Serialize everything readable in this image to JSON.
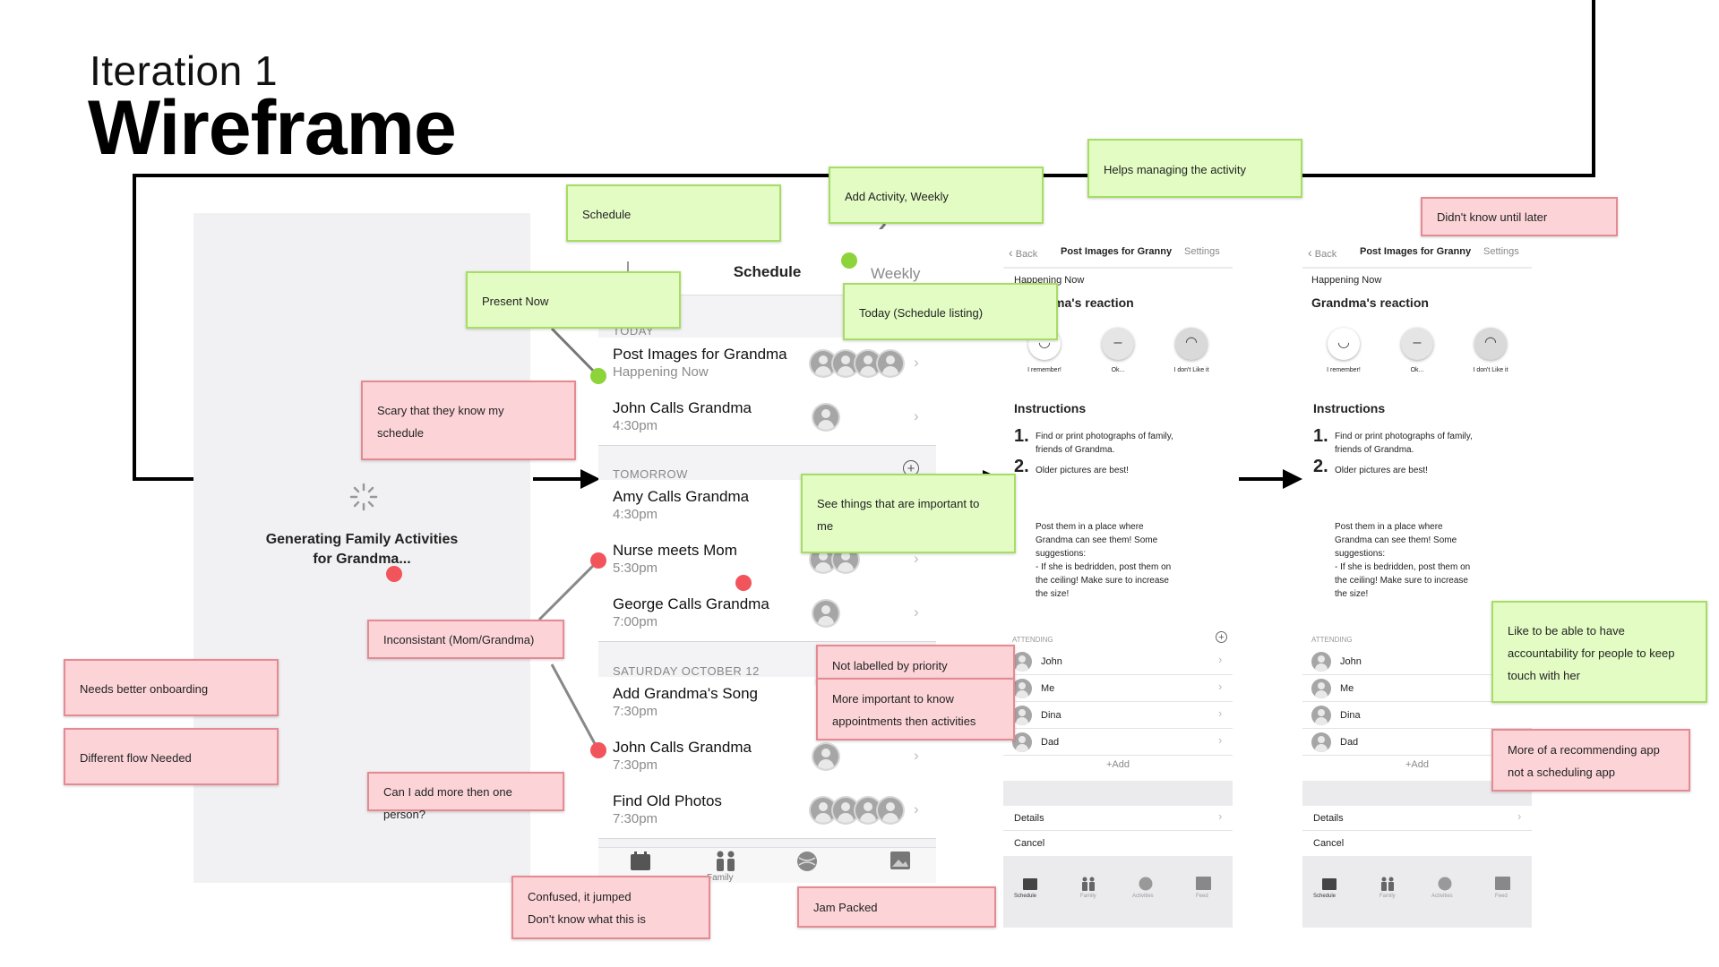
{
  "header": {
    "iteration": "Iteration 1",
    "title": "Wireframe"
  },
  "loading_screen": {
    "message_line1": "Generating Family Activities",
    "message_line2": "for Grandma..."
  },
  "schedule_screen": {
    "title": "Schedule",
    "weekly": "Weekly",
    "sections": {
      "today": "TODAY",
      "tomorrow": "TOMORROW",
      "saturday": "SATURDAY OCTOBER 12"
    },
    "rows": [
      {
        "title": "Post Images for Grandma",
        "sub": "Happening Now"
      },
      {
        "title": "John Calls Grandma",
        "sub": "4:30pm"
      },
      {
        "title": "Amy Calls Grandma",
        "sub": "4:30pm"
      },
      {
        "title": "Nurse meets Mom",
        "sub": "5:30pm"
      },
      {
        "title": "George Calls Grandma",
        "sub": "7:00pm"
      },
      {
        "title": "Add Grandma's Song",
        "sub": "7:30pm"
      },
      {
        "title": "John Calls Grandma",
        "sub": "7:30pm"
      },
      {
        "title": "Find Old Photos",
        "sub": "7:30pm"
      }
    ],
    "tabs": [
      "Family",
      "Activities"
    ]
  },
  "detail_screen": {
    "back": "Back",
    "title": "Post Images for Granny",
    "settings": "Settings",
    "happening": "Happening Now",
    "reaction_title": "Grandma's reaction",
    "reaction_title_cropped": "ma's reaction",
    "happening_cropped": "Happening Now",
    "faces": [
      "I remember!",
      "Ok...",
      "I don't Like it"
    ],
    "instructions_title": "Instructions",
    "steps": [
      {
        "num": "1.",
        "text1": "Find or print photographs of family,",
        "text2": "friends of Grandma."
      },
      {
        "num": "2.",
        "text1": "Older pictures are best!",
        "text2": ""
      }
    ],
    "paragraph": [
      "Post them in a place where",
      "Grandma can see them!  Some",
      "suggestions:",
      "-  If she is bedridden, post them on",
      "the ceiling!  Make sure to increase",
      "the size!"
    ],
    "attending": "ATTENDING",
    "people": [
      "John",
      "Me",
      "Dina",
      "Dad"
    ],
    "add": "+Add",
    "details": "Details",
    "cancel": "Cancel",
    "tabs": [
      "Schedule",
      "Family",
      "Activities",
      "Feed"
    ]
  },
  "notes": {
    "schedule": "Schedule",
    "add_activity": "Add Activity, Weekly",
    "helps_managing": "Helps managing the activity",
    "didnt_know": "Didn't know until later",
    "present_now": "Present Now",
    "today_listing": "Today (Schedule listing)",
    "scary": "Scary that they know my schedule",
    "see_things": "See things that are important to me",
    "inconsistent": "Inconsistant (Mom/Grandma)",
    "needs_onboarding": "Needs better onboarding",
    "different_flow": "Different flow Needed",
    "not_labelled": "Not labelled by priority",
    "more_important": "More important to know appointments then activities",
    "add_more": "Can I add more then one person?",
    "confused": "Confused, it jumped\nDon't know what this is",
    "jam_packed": "Jam Packed",
    "like_accountability": "Like to be able to have accountability for people to keep touch with her",
    "recommending": "More of a recommending app not a scheduling app"
  },
  "colors": {
    "green_note": "#e3fcc4",
    "pink_note": "#fcd4d8",
    "green_dot": "#8dd43a",
    "red_dot": "#f2545b"
  }
}
